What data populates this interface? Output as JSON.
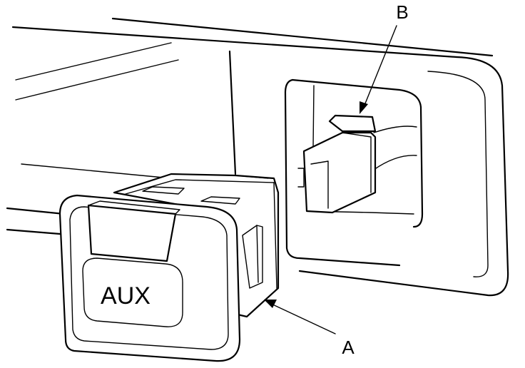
{
  "labels": {
    "a": "A",
    "b": "B"
  },
  "switch": {
    "caption": "AUX"
  },
  "icons": {
    "switch": "aux-switch-icon",
    "connector": "connector-icon"
  },
  "colors": {
    "line": "#000000",
    "background": "#ffffff"
  }
}
